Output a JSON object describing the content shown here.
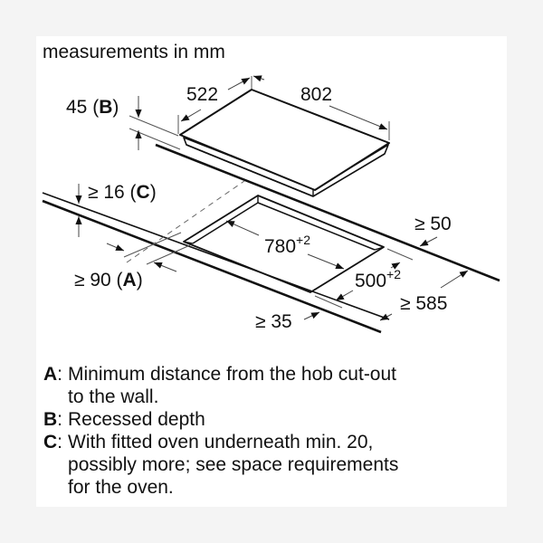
{
  "title": "measurements in mm",
  "diagram": {
    "hob": {
      "width_label": "802",
      "depth_label": "522",
      "recess_label": "45",
      "recess_key": "B"
    },
    "cutout": {
      "width_value": "780",
      "width_tolerance": "+2",
      "depth_value": "500",
      "depth_tolerance": "+2"
    },
    "clearances": {
      "worktop_thickness": {
        "prefix": "≥ 16",
        "key": "C"
      },
      "wall_distance": {
        "prefix": "≥ 90",
        "key": "A"
      },
      "rear_edge": "≥ 50",
      "front_edge": "≥ 35",
      "worktop_depth": "≥ 585"
    },
    "line_color": "#111111",
    "dim_line_color": "#555555"
  },
  "legend": [
    {
      "key": "A",
      "lines": [
        "Minimum distance from the hob cut-out",
        "to the wall."
      ]
    },
    {
      "key": "B",
      "lines": [
        "Recessed depth"
      ]
    },
    {
      "key": "C",
      "lines": [
        "With fitted oven underneath min. 20,",
        "possibly more; see space requirements",
        "for the oven."
      ]
    }
  ]
}
